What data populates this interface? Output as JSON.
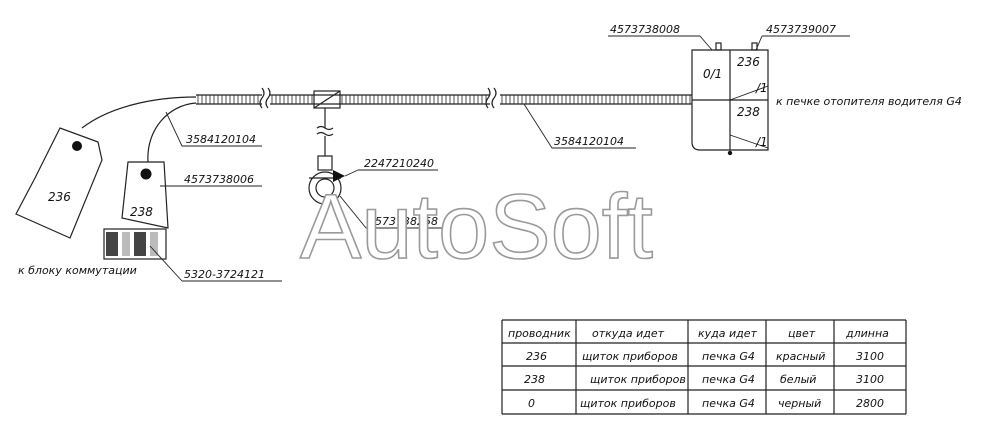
{
  "labels": {
    "p_3584120104_left": "3584120104",
    "p_4573738006": "4573738006",
    "p_5320_3724121": "5320-3724121",
    "to_switch_unit": "к блоку коммутации",
    "p_2247210240": "2247210240",
    "p_4573738258": "4573738258",
    "p_3584120104_right": "3584120104",
    "p_4573738008": "4573738008",
    "p_4573739007": "4573739007",
    "to_heater": "к печке отопителя водителя G4"
  },
  "plugs": {
    "left_plug": "236",
    "mid_plug": "238"
  },
  "connector_cells": {
    "cell_0_1": "0/1",
    "cell_236": "236",
    "cell_238": "238",
    "slash_1_top": "/1",
    "slash_1_bottom": "/1"
  },
  "watermark": "AutoSoft",
  "table": {
    "headers": [
      "проводник",
      "откуда идет",
      "куда идет",
      "цвет",
      "длинна"
    ],
    "rows": [
      [
        "236",
        "щиток приборов",
        "печка G4",
        "красный",
        "3100"
      ],
      [
        "238",
        "щиток приборов",
        "печка G4",
        "белый",
        "3100"
      ],
      [
        "0",
        "щиток приборов",
        "печка G4",
        "черный",
        "2800"
      ]
    ]
  }
}
